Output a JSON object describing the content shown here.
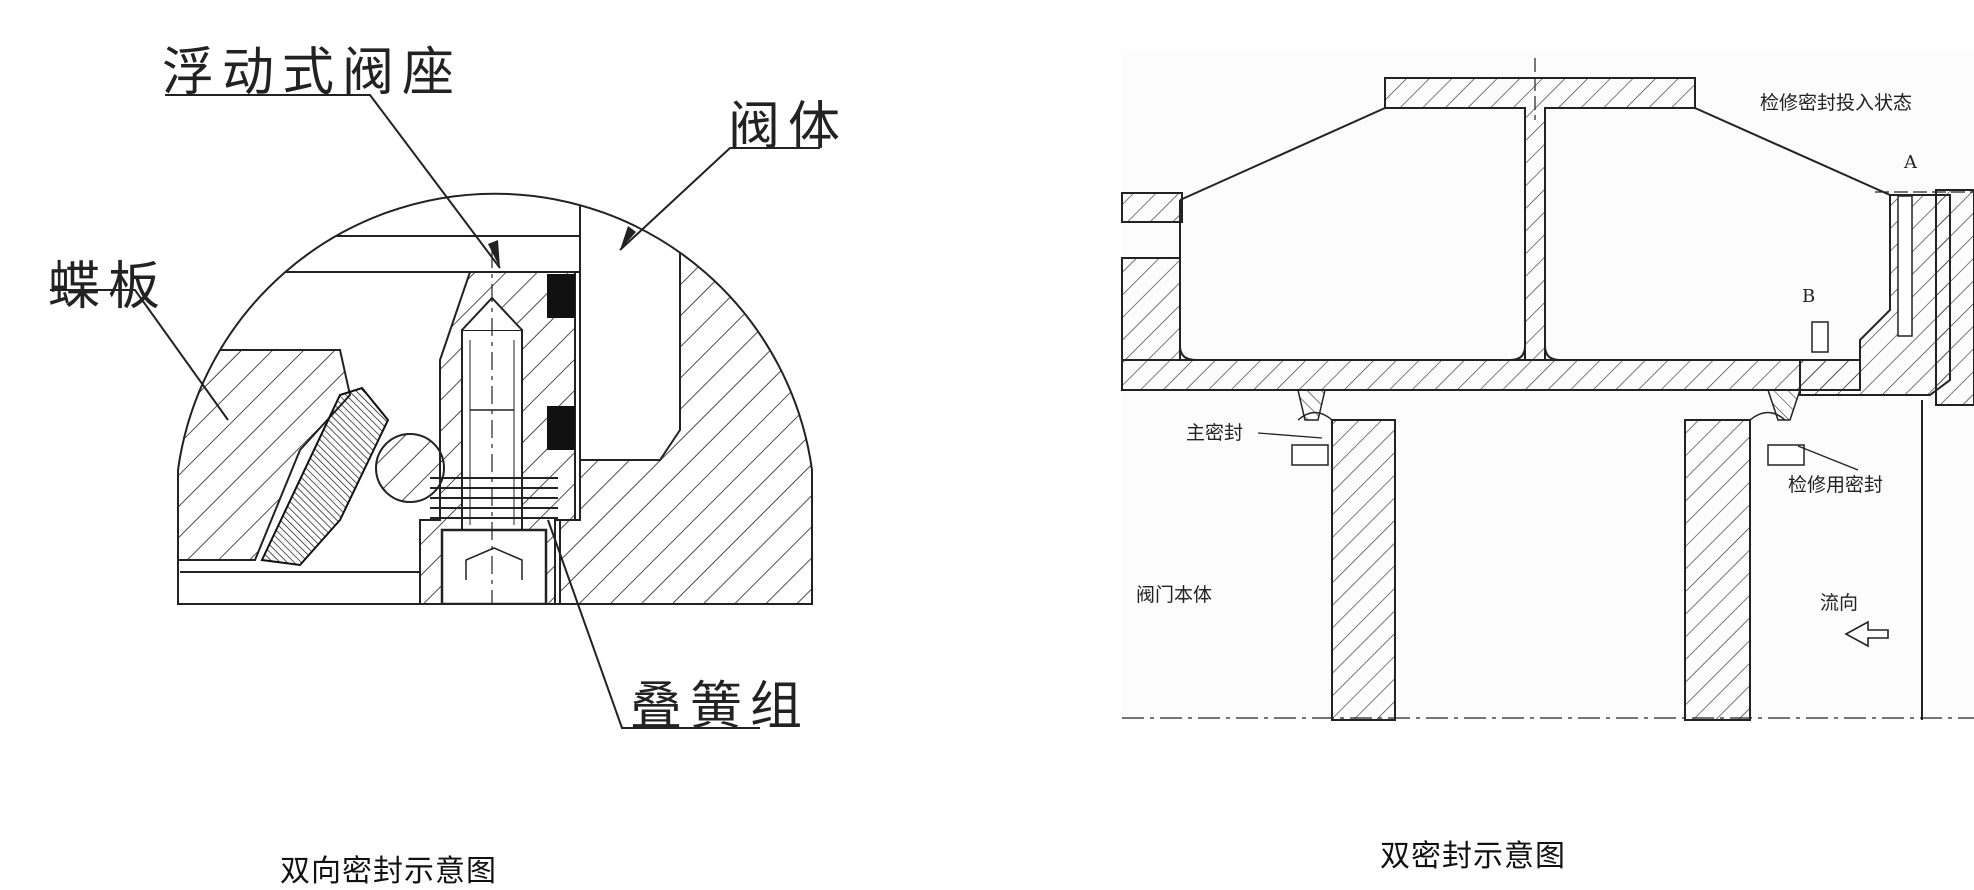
{
  "left_diagram": {
    "caption": "双向密封示意图",
    "labels": {
      "floating_seat": "浮动式阀座",
      "valve_body": "阀体",
      "butterfly_plate": "蝶板",
      "spring_stack": "叠簧组"
    }
  },
  "right_diagram": {
    "caption": "双密封示意图",
    "labels": {
      "maintenance_state": "检修密封投入状态",
      "point_a": "A",
      "point_b": "B",
      "main_seal": "主密封",
      "maintenance_seal": "检修用密封",
      "valve_body": "阀门本体",
      "flow_direction": "流向"
    }
  }
}
